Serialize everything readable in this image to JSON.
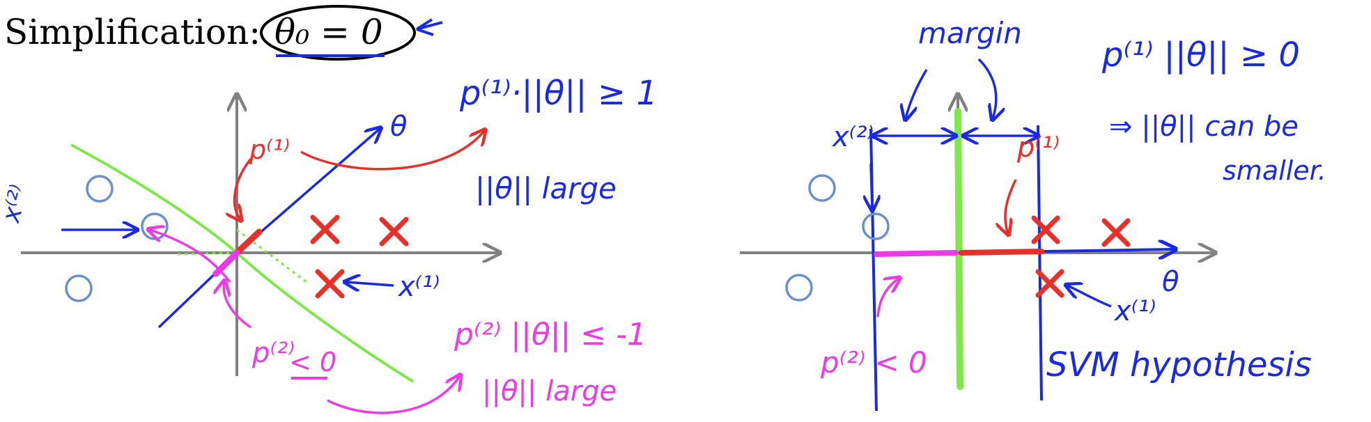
{
  "heading": {
    "prefix": "Simplification:",
    "equation": "θ₀ = 0"
  },
  "colors": {
    "axis": "#808080",
    "ink_blue": "#1a2ae0",
    "ink_red": "#e6302a",
    "ink_magenta": "#ea3be6",
    "ink_green": "#7ee84a",
    "circle": "#6a90d0",
    "cross": "#e6302a",
    "ellipse": "#000000"
  },
  "left_panel": {
    "annotations": {
      "x2_label": "x⁽²⁾",
      "p1_label": "p⁽¹⁾",
      "theta_label": "θ",
      "constraint_pos": "p⁽¹⁾·||θ|| ≥ 1",
      "norm_large_1": "||θ|| large",
      "x1_label": "x⁽¹⁾",
      "p2_label": "p⁽²⁾",
      "p2_lt0": "< 0",
      "constraint_neg": "p⁽²⁾ ||θ|| ≤ -1",
      "norm_large_2": "||θ|| large"
    }
  },
  "right_panel": {
    "annotations": {
      "margin_label": "margin",
      "x2_label": "x⁽²⁾",
      "p1_label": "p⁽¹⁾",
      "top_constraint": "p⁽¹⁾ ||θ|| ≥ 0",
      "smaller_line1": "⇒ ||θ||  can be",
      "smaller_line2": "smaller.",
      "theta_label": "θ",
      "x1_label": "x⁽¹⁾",
      "p2_label": "p⁽²⁾ < 0",
      "svm_label": "SVM hypothesis"
    }
  }
}
